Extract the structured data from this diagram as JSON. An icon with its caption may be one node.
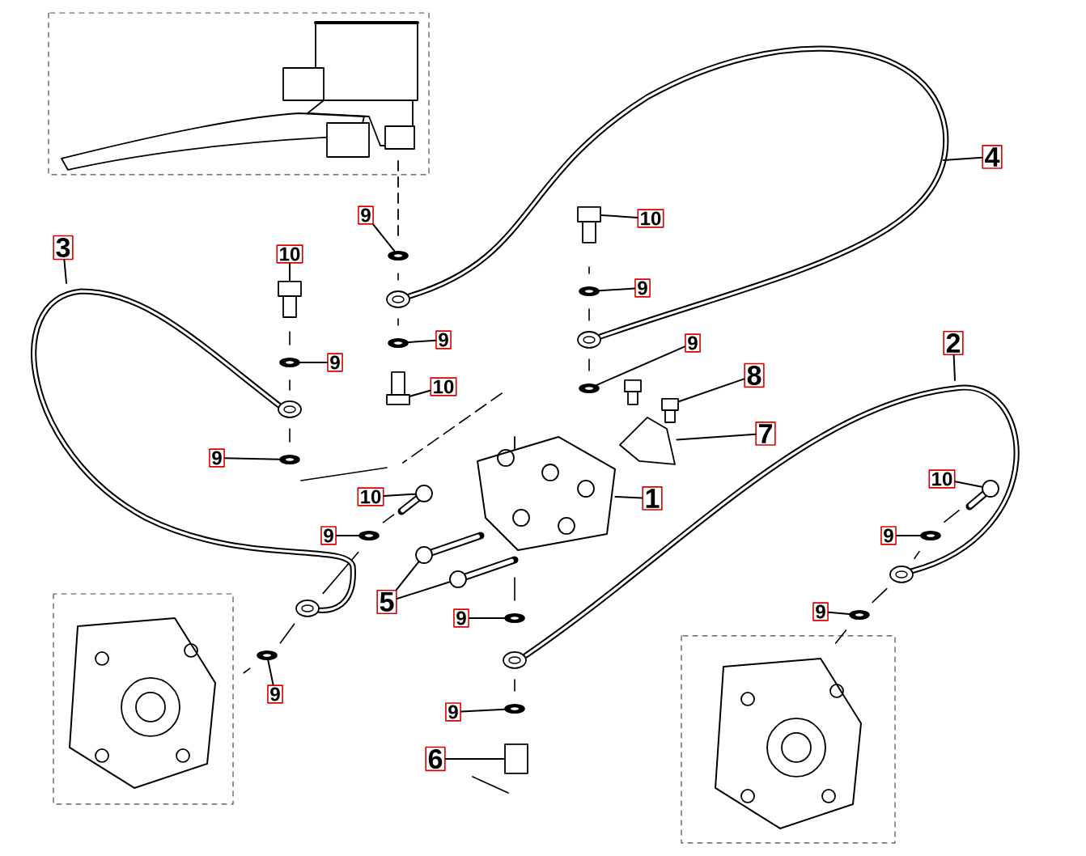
{
  "diagram": {
    "nodes": [
      {
        "text": [
          "9"
        ]
      },
      {
        "text": [
          "10"
        ]
      },
      {
        "text": [
          "9"
        ]
      },
      {
        "text": [
          "4"
        ]
      },
      {
        "text": [
          "3"
        ]
      },
      {
        "text": [
          "10"
        ]
      },
      {
        "text": [
          "9"
        ]
      },
      {
        "text": [
          "9"
        ]
      },
      {
        "text": [
          "9"
        ]
      },
      {
        "text": [
          "10"
        ]
      },
      {
        "text": [
          "2"
        ]
      },
      {
        "text": [
          "8"
        ]
      },
      {
        "text": [
          "7"
        ]
      },
      {
        "text": [
          "9"
        ]
      },
      {
        "text": [
          "10"
        ]
      },
      {
        "text": [
          "1"
        ]
      },
      {
        "text": [
          "10"
        ]
      },
      {
        "text": [
          "9"
        ]
      },
      {
        "text": [
          "9"
        ]
      },
      {
        "text": [
          "5"
        ]
      },
      {
        "text": [
          "9"
        ]
      },
      {
        "text": [
          "9"
        ]
      },
      {
        "text": [
          "9"
        ]
      },
      {
        "text": [
          "9"
        ]
      },
      {
        "text": [
          "6"
        ]
      },
      {
        "text": [],
        "shape": "washer"
      },
      {
        "text": [],
        "shape": "bolt"
      },
      {
        "text": [],
        "shape": "washer"
      },
      {
        "text": [],
        "shape": "bolt"
      },
      {
        "text": [],
        "shape": "washer"
      },
      {
        "text": [],
        "shape": "washer"
      },
      {
        "text": [],
        "shape": "washer"
      },
      {
        "text": [],
        "shape": "bolt"
      },
      {
        "text": [],
        "shape": "bolt"
      },
      {
        "text": [],
        "shape": "bracket"
      },
      {
        "text": [],
        "shape": "washer"
      },
      {
        "text": [],
        "shape": "bolt"
      },
      {
        "text": [],
        "shape": "valve"
      },
      {
        "text": [],
        "shape": "bolt"
      },
      {
        "text": [],
        "shape": "washer"
      },
      {
        "text": [],
        "shape": "washer"
      },
      {
        "text": [],
        "shape": "bolt"
      },
      {
        "text": [],
        "shape": "bolt"
      },
      {
        "text": [],
        "shape": "washer"
      },
      {
        "text": [],
        "shape": "washer"
      },
      {
        "text": [],
        "shape": "washer"
      },
      {
        "text": [],
        "shape": "washer"
      },
      {
        "text": [],
        "shape": "fitting"
      }
    ],
    "edges": [
      {
        "from": 0,
        "to": 25,
        "arrow": "none"
      },
      {
        "from": 1,
        "to": 26,
        "arrow": "none"
      },
      {
        "from": 2,
        "to": 27,
        "arrow": "none"
      },
      {
        "from": 3,
        "to": null,
        "arrow": "none"
      },
      {
        "from": 4,
        "to": null,
        "arrow": "none"
      },
      {
        "from": 5,
        "to": 28,
        "arrow": "none"
      },
      {
        "from": 6,
        "to": 29,
        "arrow": "none"
      },
      {
        "from": 7,
        "to": 30,
        "arrow": "none"
      },
      {
        "from": 8,
        "to": 31,
        "arrow": "none"
      },
      {
        "from": 9,
        "to": 32,
        "arrow": "none"
      },
      {
        "from": 10,
        "to": null,
        "arrow": "none"
      },
      {
        "from": 11,
        "to": 33,
        "arrow": "none"
      },
      {
        "from": 12,
        "to": 34,
        "arrow": "none"
      },
      {
        "from": 13,
        "to": 35,
        "arrow": "none"
      },
      {
        "from": 14,
        "to": 36,
        "arrow": "none"
      },
      {
        "from": 15,
        "to": 37,
        "arrow": "none"
      },
      {
        "from": 16,
        "to": 38,
        "arrow": "none"
      },
      {
        "from": 17,
        "to": 39,
        "arrow": "none"
      },
      {
        "from": 18,
        "to": 40,
        "arrow": "none"
      },
      {
        "from": 19,
        "to": 41,
        "arrow": "none"
      },
      {
        "from": 19,
        "to": 42,
        "arrow": "none"
      },
      {
        "from": 20,
        "to": 43,
        "arrow": "none"
      },
      {
        "from": 21,
        "to": 44,
        "arrow": "none"
      },
      {
        "from": 22,
        "to": 45,
        "arrow": "none"
      },
      {
        "from": 23,
        "to": 46,
        "arrow": "none"
      },
      {
        "from": 24,
        "to": 47,
        "arrow": "none"
      }
    ]
  }
}
